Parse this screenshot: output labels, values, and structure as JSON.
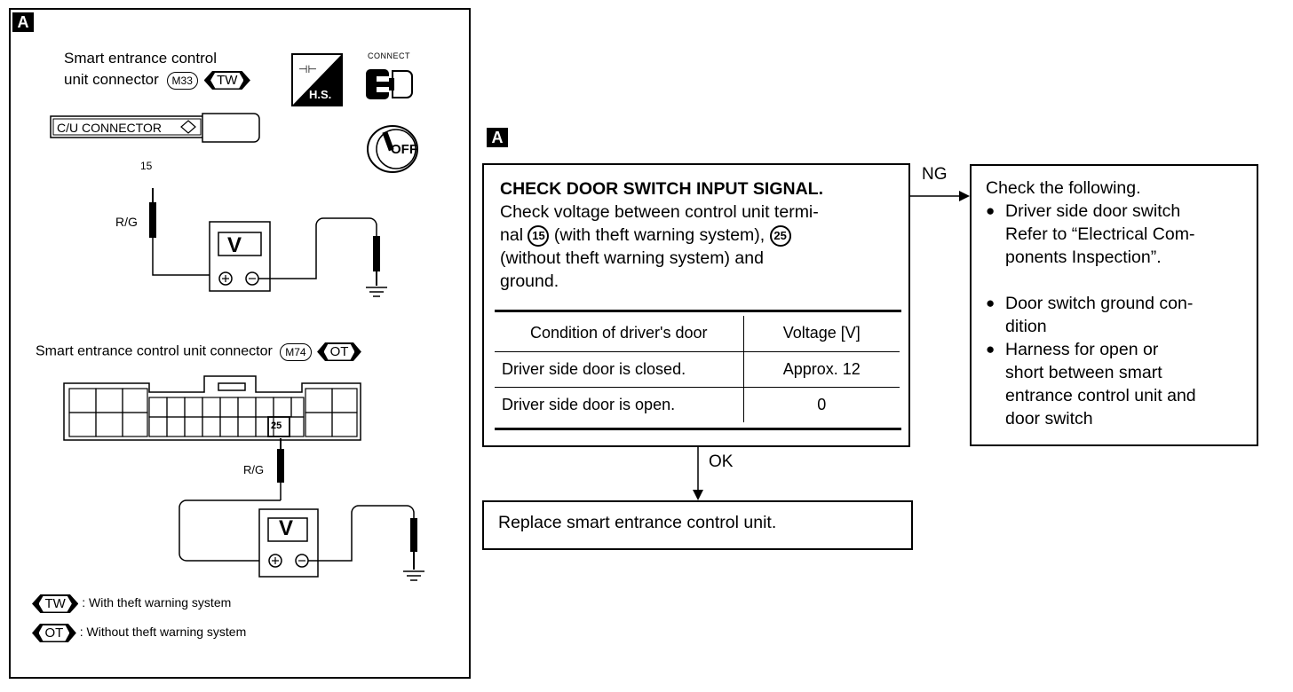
{
  "left": {
    "tag": "A",
    "top_connector_line1": "Smart entrance control",
    "top_connector_line2": "unit connector",
    "top_connector_code": "M33",
    "top_connector_tag": "TW",
    "hs_label": "H.S.",
    "connect_label": "CONNECT",
    "cu_connector": "C/U CONNECTOR",
    "ignition_label": "OFF",
    "terminal_top": "15",
    "wire_top": "R/G",
    "meter_label": "V",
    "bottom_connector_text": "Smart entrance control unit connector",
    "bottom_connector_code": "M74",
    "bottom_connector_tag": "OT",
    "terminal_bottom": "25",
    "wire_bottom": "R/G",
    "legend": [
      {
        "tag": "TW",
        "text": ": With theft warning system"
      },
      {
        "tag": "OT",
        "text": ": Without theft warning system"
      }
    ]
  },
  "flow": {
    "tag": "A",
    "title": "CHECK DOOR SWITCH INPUT SIGNAL.",
    "body_1": "Check voltage between control unit termi-",
    "body_2a": "nal",
    "terminal_15": "15",
    "body_2b": "(with theft warning system),",
    "terminal_25": "25",
    "body_3": "(without theft warning system) and",
    "body_4": "ground.",
    "table": {
      "headers": [
        "Condition of driver's door",
        "Voltage [V]"
      ],
      "rows": [
        [
          "Driver side door is closed.",
          "Approx. 12"
        ],
        [
          "Driver side door is open.",
          "0"
        ]
      ]
    },
    "ng_label": "NG",
    "ok_label": "OK",
    "ok_result": "Replace smart entrance control unit.",
    "ng_intro": "Check the following.",
    "ng_items": [
      [
        "Driver side door switch",
        "Refer to “Electrical Com-",
        "ponents Inspection”."
      ],
      [
        "Door switch ground con-",
        "dition"
      ],
      [
        "Harness for open or",
        "short between smart",
        "entrance control unit and",
        "door switch"
      ]
    ]
  }
}
